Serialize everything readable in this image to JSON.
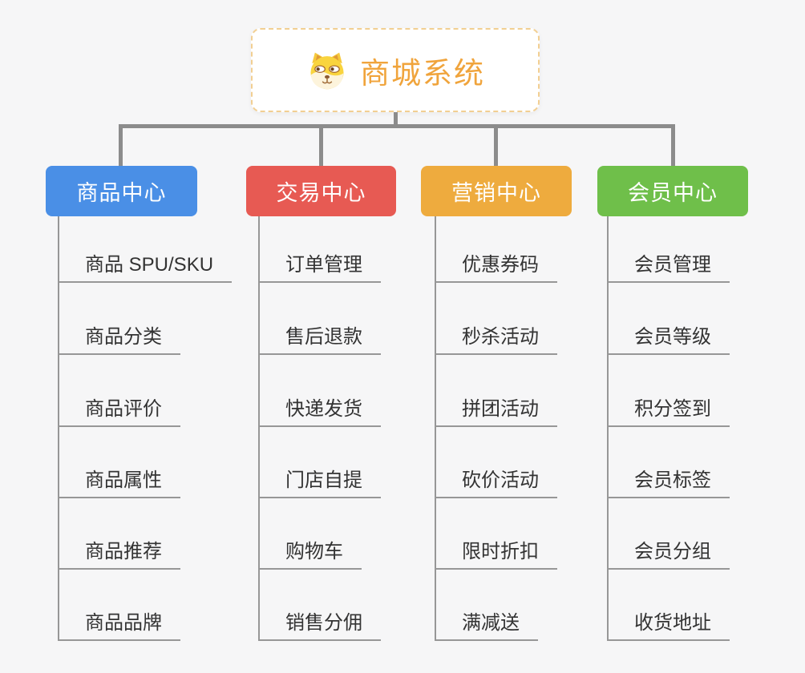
{
  "root": {
    "title": "商城系统",
    "icon": "dog-face-icon"
  },
  "branches": [
    {
      "label": "商品中心",
      "color": "#4a8fe6",
      "items": [
        "商品 SPU/SKU",
        "商品分类",
        "商品评价",
        "商品属性",
        "商品推荐",
        "商品品牌"
      ]
    },
    {
      "label": "交易中心",
      "color": "#e75a53",
      "items": [
        "订单管理",
        "售后退款",
        "快递发货",
        "门店自提",
        "购物车",
        "销售分佣"
      ]
    },
    {
      "label": "营销中心",
      "color": "#eeab3e",
      "items": [
        "优惠券码",
        "秒杀活动",
        "拼团活动",
        "砍价活动",
        "限时折扣",
        "满减送"
      ]
    },
    {
      "label": "会员中心",
      "color": "#6fbf4a",
      "items": [
        "会员管理",
        "会员等级",
        "积分签到",
        "会员标签",
        "会员分组",
        "收货地址"
      ]
    }
  ],
  "colors": {
    "background": "#f6f6f7",
    "root_text": "#f0a43c",
    "root_border": "#f2cf92",
    "connector_line": "#8c8c8c",
    "leaf_line": "#979797",
    "leaf_text": "#333333"
  }
}
